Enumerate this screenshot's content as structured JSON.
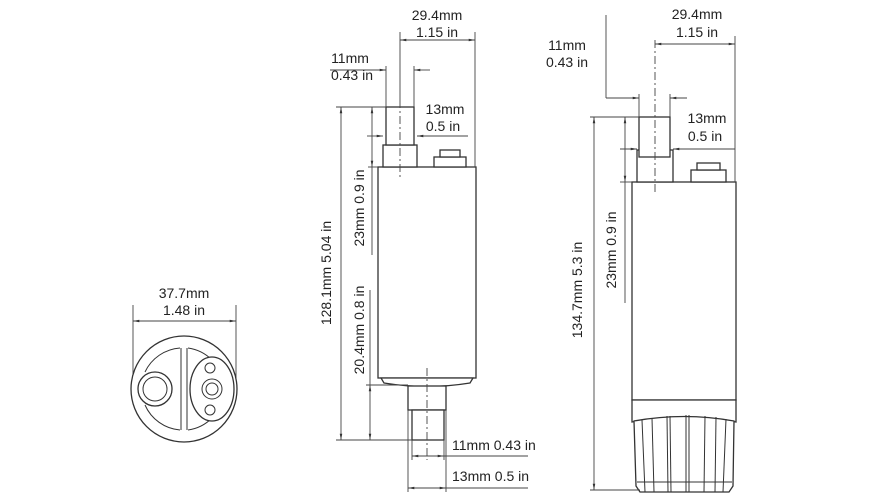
{
  "end_view": {
    "diameter_mm": "37.7mm",
    "diameter_in": "1.48 in"
  },
  "side_view_a": {
    "width_mm": "29.4mm",
    "width_in": "1.15 in",
    "inlet_inner_mm": "11mm",
    "inlet_inner_in": "0.43 in",
    "inlet_outer_mm": "13mm",
    "inlet_outer_in": "0.5 in",
    "total_height": "128.1mm 5.04 in",
    "inlet_length": "23mm  0.9 in",
    "outlet_length": "20.4mm  0.8 in",
    "outlet_inner": "11mm 0.43 in",
    "outlet_outer": "13mm 0.5 in"
  },
  "side_view_b": {
    "width_mm": "29.4mm",
    "width_in": "1.15 in",
    "inlet_inner_mm": "11mm",
    "inlet_inner_in": "0.43 in",
    "inlet_outer_mm": "13mm",
    "inlet_outer_in": "0.5 in",
    "total_height": "134.7mm 5.3 in",
    "inlet_length": "23mm  0.9 in"
  }
}
